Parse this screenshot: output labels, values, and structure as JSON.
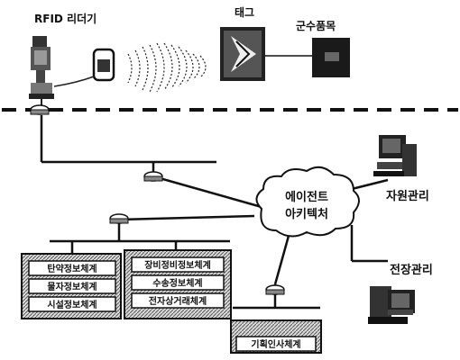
{
  "labels": {
    "rfid_reader": "RFID 리더기",
    "tag": "태그",
    "military_item": "군수품목",
    "agent_line1": "에이전트",
    "agent_line2": "아키텍처",
    "resource_mgmt": "자원관리",
    "battlefield_mgmt": "전장관리"
  },
  "left_system": [
    "탄약정보체계",
    "물자정보체계",
    "시설정보체계"
  ],
  "middle_system": [
    "장비정비정보체계",
    "수송정보체계",
    "전자상거래체계"
  ],
  "bottom_system": [
    "기획인사체계"
  ],
  "icons": [
    "rfid-reader-icon",
    "handheld-reader-icon",
    "radio-wave-icon",
    "tag-icon",
    "item-box-icon",
    "router-icon",
    "cloud-icon",
    "workstation-icon"
  ]
}
